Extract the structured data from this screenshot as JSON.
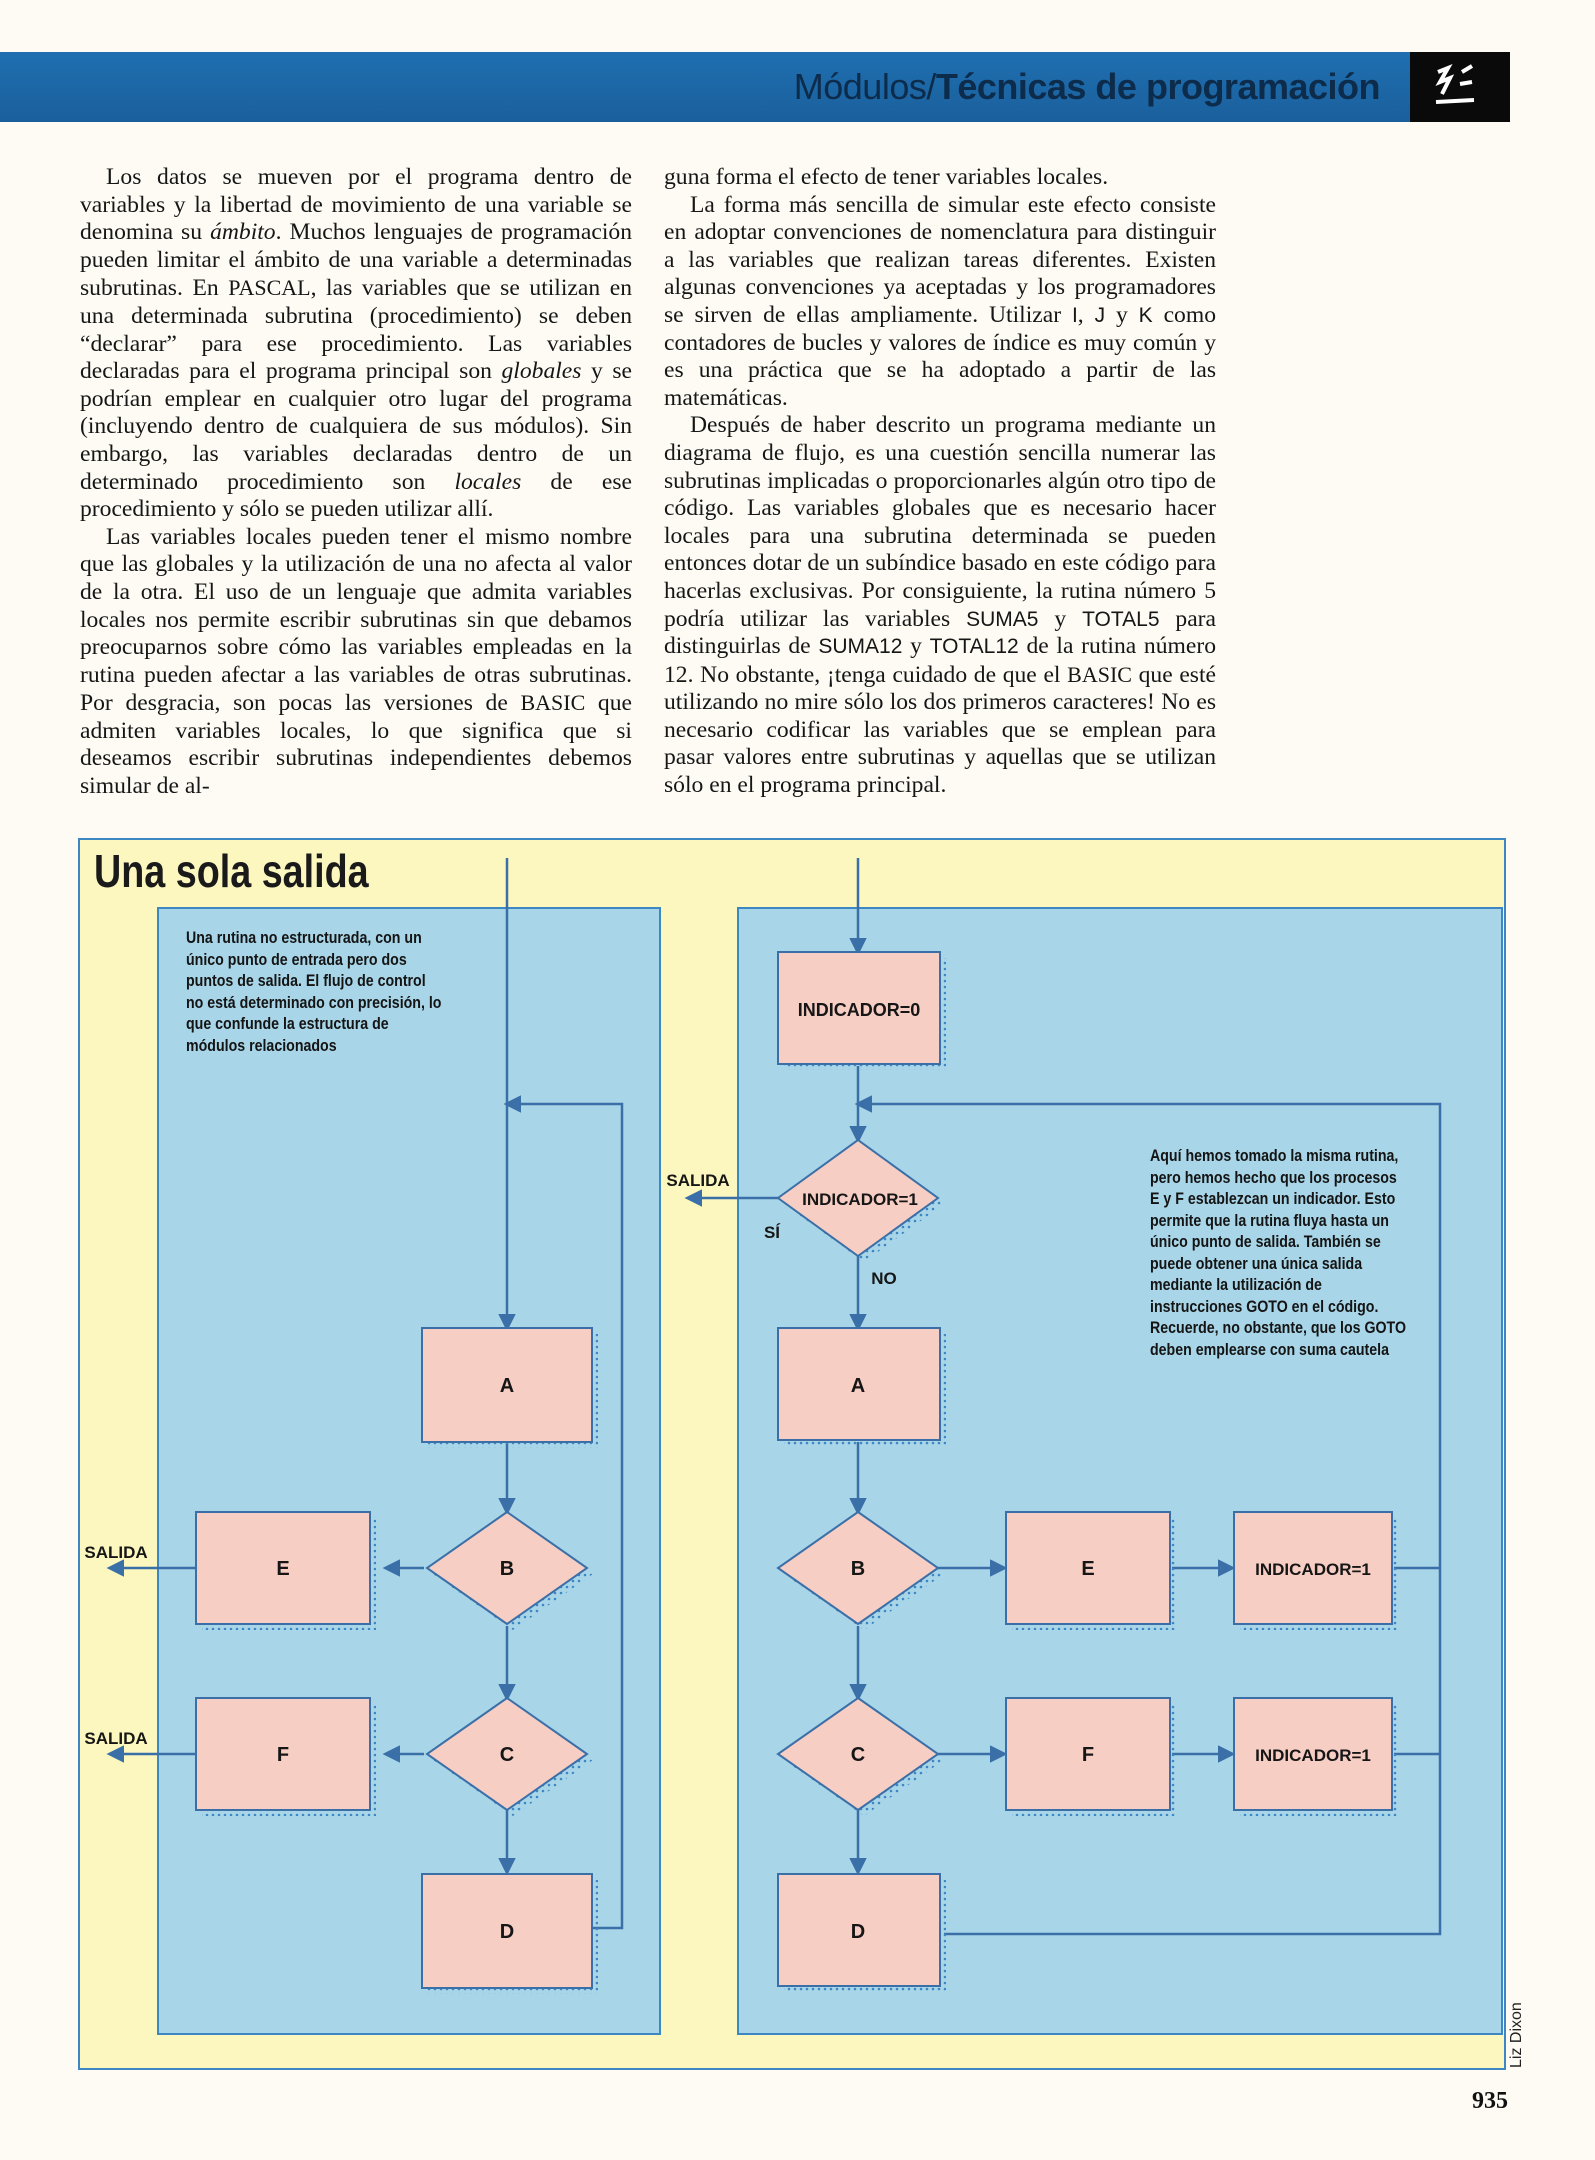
{
  "header": {
    "section": "Módulos/",
    "title": "Técnicas de programación"
  },
  "article": {
    "col1": {
      "p1_a": "Los datos se mueven por el programa dentro de variables y la libertad de movimiento de una variable se denomina su ",
      "p1_term1": "ámbito",
      "p1_b": ". Muchos lenguajes de programación pueden limitar el ámbito de una variable a determinadas subrutinas. En ",
      "p1_lang": "PASCAL",
      "p1_c": ", las variables que se utilizan en una determinada subrutina (procedimiento) se deben “declarar” para ese procedimiento. Las variables declaradas para el programa principal son ",
      "p1_term2": "globales",
      "p1_d": " y se podrían emplear en cualquier otro lugar del programa (incluyendo dentro de cualquiera de sus módulos). Sin embargo, las variables declaradas dentro de un determinado procedimiento son ",
      "p1_term3": "locales",
      "p1_e": " de ese procedimiento y sólo se pueden utilizar allí.",
      "p2_a": "Las variables locales pueden tener el mismo nombre que las globales y la utilización de una no afecta al valor de la otra. El uso de un lenguaje que admita variables locales nos permite escribir subrutinas sin que debamos preocuparnos sobre cómo las variables empleadas en la rutina pueden afectar a las variables de otras subrutinas. Por desgracia, son pocas las versiones de ",
      "p2_lang": "BASIC",
      "p2_b": " que admiten variables locales, lo que significa que si deseamos escribir subrutinas independientes debemos simular de al-"
    },
    "col2": {
      "p1": "guna forma el efecto de tener variables locales.",
      "p2_a": "La forma más sencilla de simular este efecto consiste en adoptar convenciones de nomenclatura para distinguir a las variables que realizan tareas diferentes. Existen algunas convenciones ya aceptadas y los programadores se sirven de ellas ampliamente. Utilizar ",
      "p2_i": "I",
      "p2_b": ", ",
      "p2_j": "J",
      "p2_c": " y ",
      "p2_k": "K",
      "p2_d": " como contadores de bucles y valores de índice es muy común y es una práctica que se ha adoptado a partir de las matemáticas.",
      "p3_a": "Después de haber descrito un programa mediante un diagrama de flujo, es una cuestión sencilla numerar las subrutinas implicadas o proporcionarles algún otro tipo de código. Las variables globales que es necesario hacer locales para una subrutina determinada se pueden entonces dotar de un subíndice basado en este código para hacerlas exclusivas. Por consiguiente, la rutina número 5 podría utilizar las variables ",
      "p3_v1": "SUMA5",
      "p3_b": " y ",
      "p3_v2": "TOTAL5",
      "p3_c": " para distinguirlas de ",
      "p3_v3": "SUMA12",
      "p3_d": " y ",
      "p3_v4": "TOTAL12",
      "p3_e": " de la rutina número 12. No obstante, ¡tenga cuidado de que el ",
      "p3_lang": "BASIC",
      "p3_f": " que esté utilizando no mire sólo los dos primeros caracteres! No es necesario codificar las variables que se emplean para pasar valores entre subrutinas y aquellas que se utilizan sólo en el programa principal."
    }
  },
  "figure": {
    "title": "Una sola salida",
    "left_note": "Una rutina no estructurada, con un único punto de entrada pero dos puntos de salida. El flujo de control no está determinado con precisión, lo que confunde la estructura de módulos relacionados",
    "right_note": "Aquí hemos tomado la misma rutina, pero hemos hecho que los procesos E y F establezcan un indicador. Esto permite que la rutina fluya hasta un único punto de salida. También se puede obtener una única salida mediante la utilización de instrucciones GOTO en el código. Recuerde, no obstante, que los GOTO deben emplearse con suma cautela",
    "labels": {
      "a": "A",
      "b": "B",
      "c": "C",
      "d": "D",
      "e": "E",
      "f": "F",
      "salida": "SALIDA",
      "flag_init": "INDICADOR=0",
      "flag_test": "INDICADOR=1",
      "flag_set": "INDICADOR=1",
      "si": "SÍ",
      "no": "NO"
    },
    "colors": {
      "panel": "#a8d6e8",
      "box": "#f7cec4",
      "frame": "#3c87c4",
      "background": "#fbf7bf",
      "line": "#3a6fa8"
    }
  },
  "credit": "Liz Dixon",
  "page_number": "935"
}
